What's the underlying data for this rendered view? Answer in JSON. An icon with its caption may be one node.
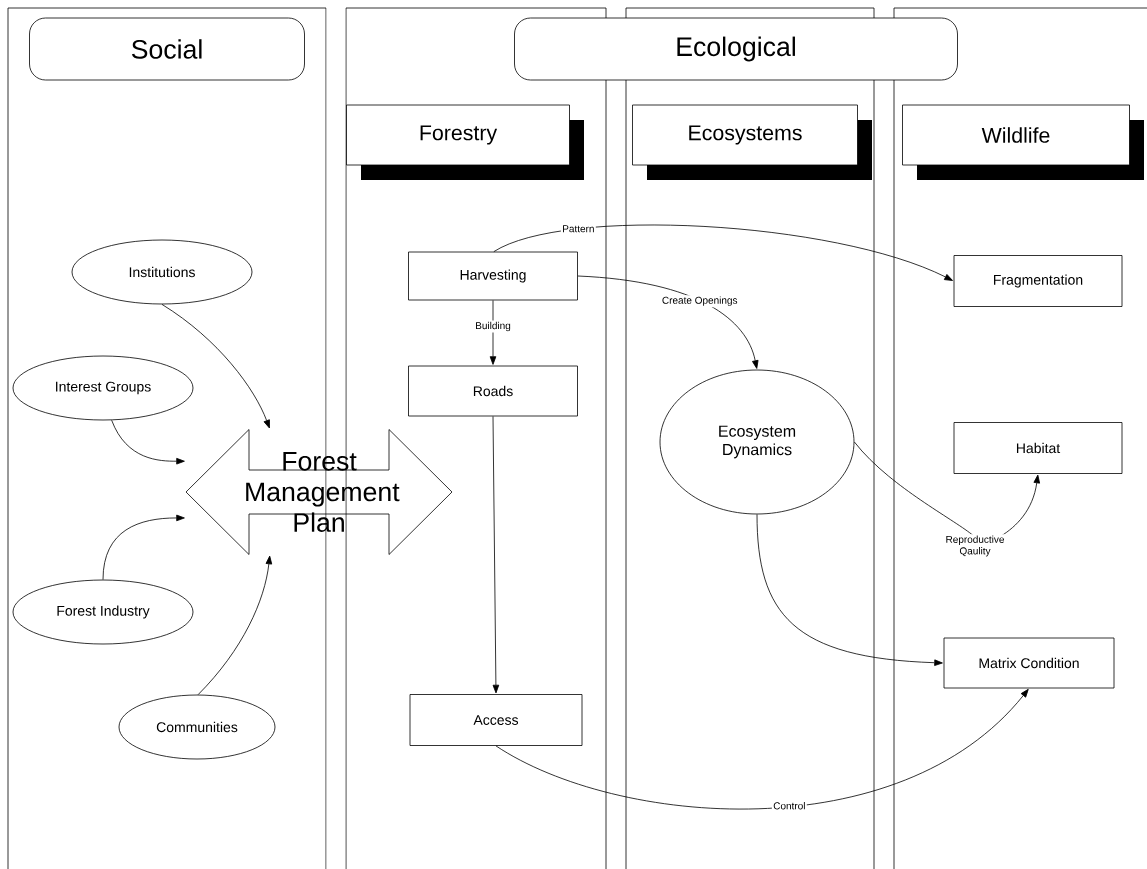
{
  "diagram": {
    "nodes": [
      {
        "text": [
          "Social"
        ]
      },
      {
        "text": [
          "Ecological"
        ]
      },
      {
        "text": [
          "Forestry"
        ]
      },
      {
        "text": [
          "Ecosystems"
        ]
      },
      {
        "text": [
          "Wildlife"
        ]
      },
      {
        "text": [
          "Institutions"
        ]
      },
      {
        "text": [
          "Interest Groups"
        ]
      },
      {
        "text": [
          "Forest Industry"
        ]
      },
      {
        "text": [
          "Communities"
        ]
      },
      {
        "text": [
          "Forest Management Plan"
        ]
      },
      {
        "text": [
          "Harvesting"
        ]
      },
      {
        "text": [
          "Roads"
        ]
      },
      {
        "text": [
          "Access"
        ]
      },
      {
        "text": [
          "Ecosystem Dynamics"
        ]
      },
      {
        "text": [
          "Fragmentation"
        ]
      },
      {
        "text": [
          "Habitat"
        ]
      },
      {
        "text": [
          "Matrix Condition"
        ]
      }
    ],
    "edges": [
      {
        "from": 5,
        "to": 9,
        "arrow": "to"
      },
      {
        "from": 6,
        "to": 9,
        "arrow": "to"
      },
      {
        "from": 7,
        "to": 9,
        "arrow": "to"
      },
      {
        "from": 8,
        "to": 9,
        "arrow": "to"
      },
      {
        "from": 10,
        "to": 11,
        "arrow": "to",
        "label": "Building"
      },
      {
        "from": 11,
        "to": 12,
        "arrow": "to"
      },
      {
        "from": 10,
        "to": 14,
        "arrow": "to",
        "label": "Pattern"
      },
      {
        "from": 10,
        "to": 13,
        "arrow": "to",
        "label": "Create Openings"
      },
      {
        "from": 13,
        "to": 15,
        "arrow": "to",
        "label": "Reproductive Qaulity"
      },
      {
        "from": 13,
        "to": 16,
        "arrow": "to"
      },
      {
        "from": 12,
        "to": 16,
        "arrow": "to",
        "label": "Control"
      }
    ]
  }
}
